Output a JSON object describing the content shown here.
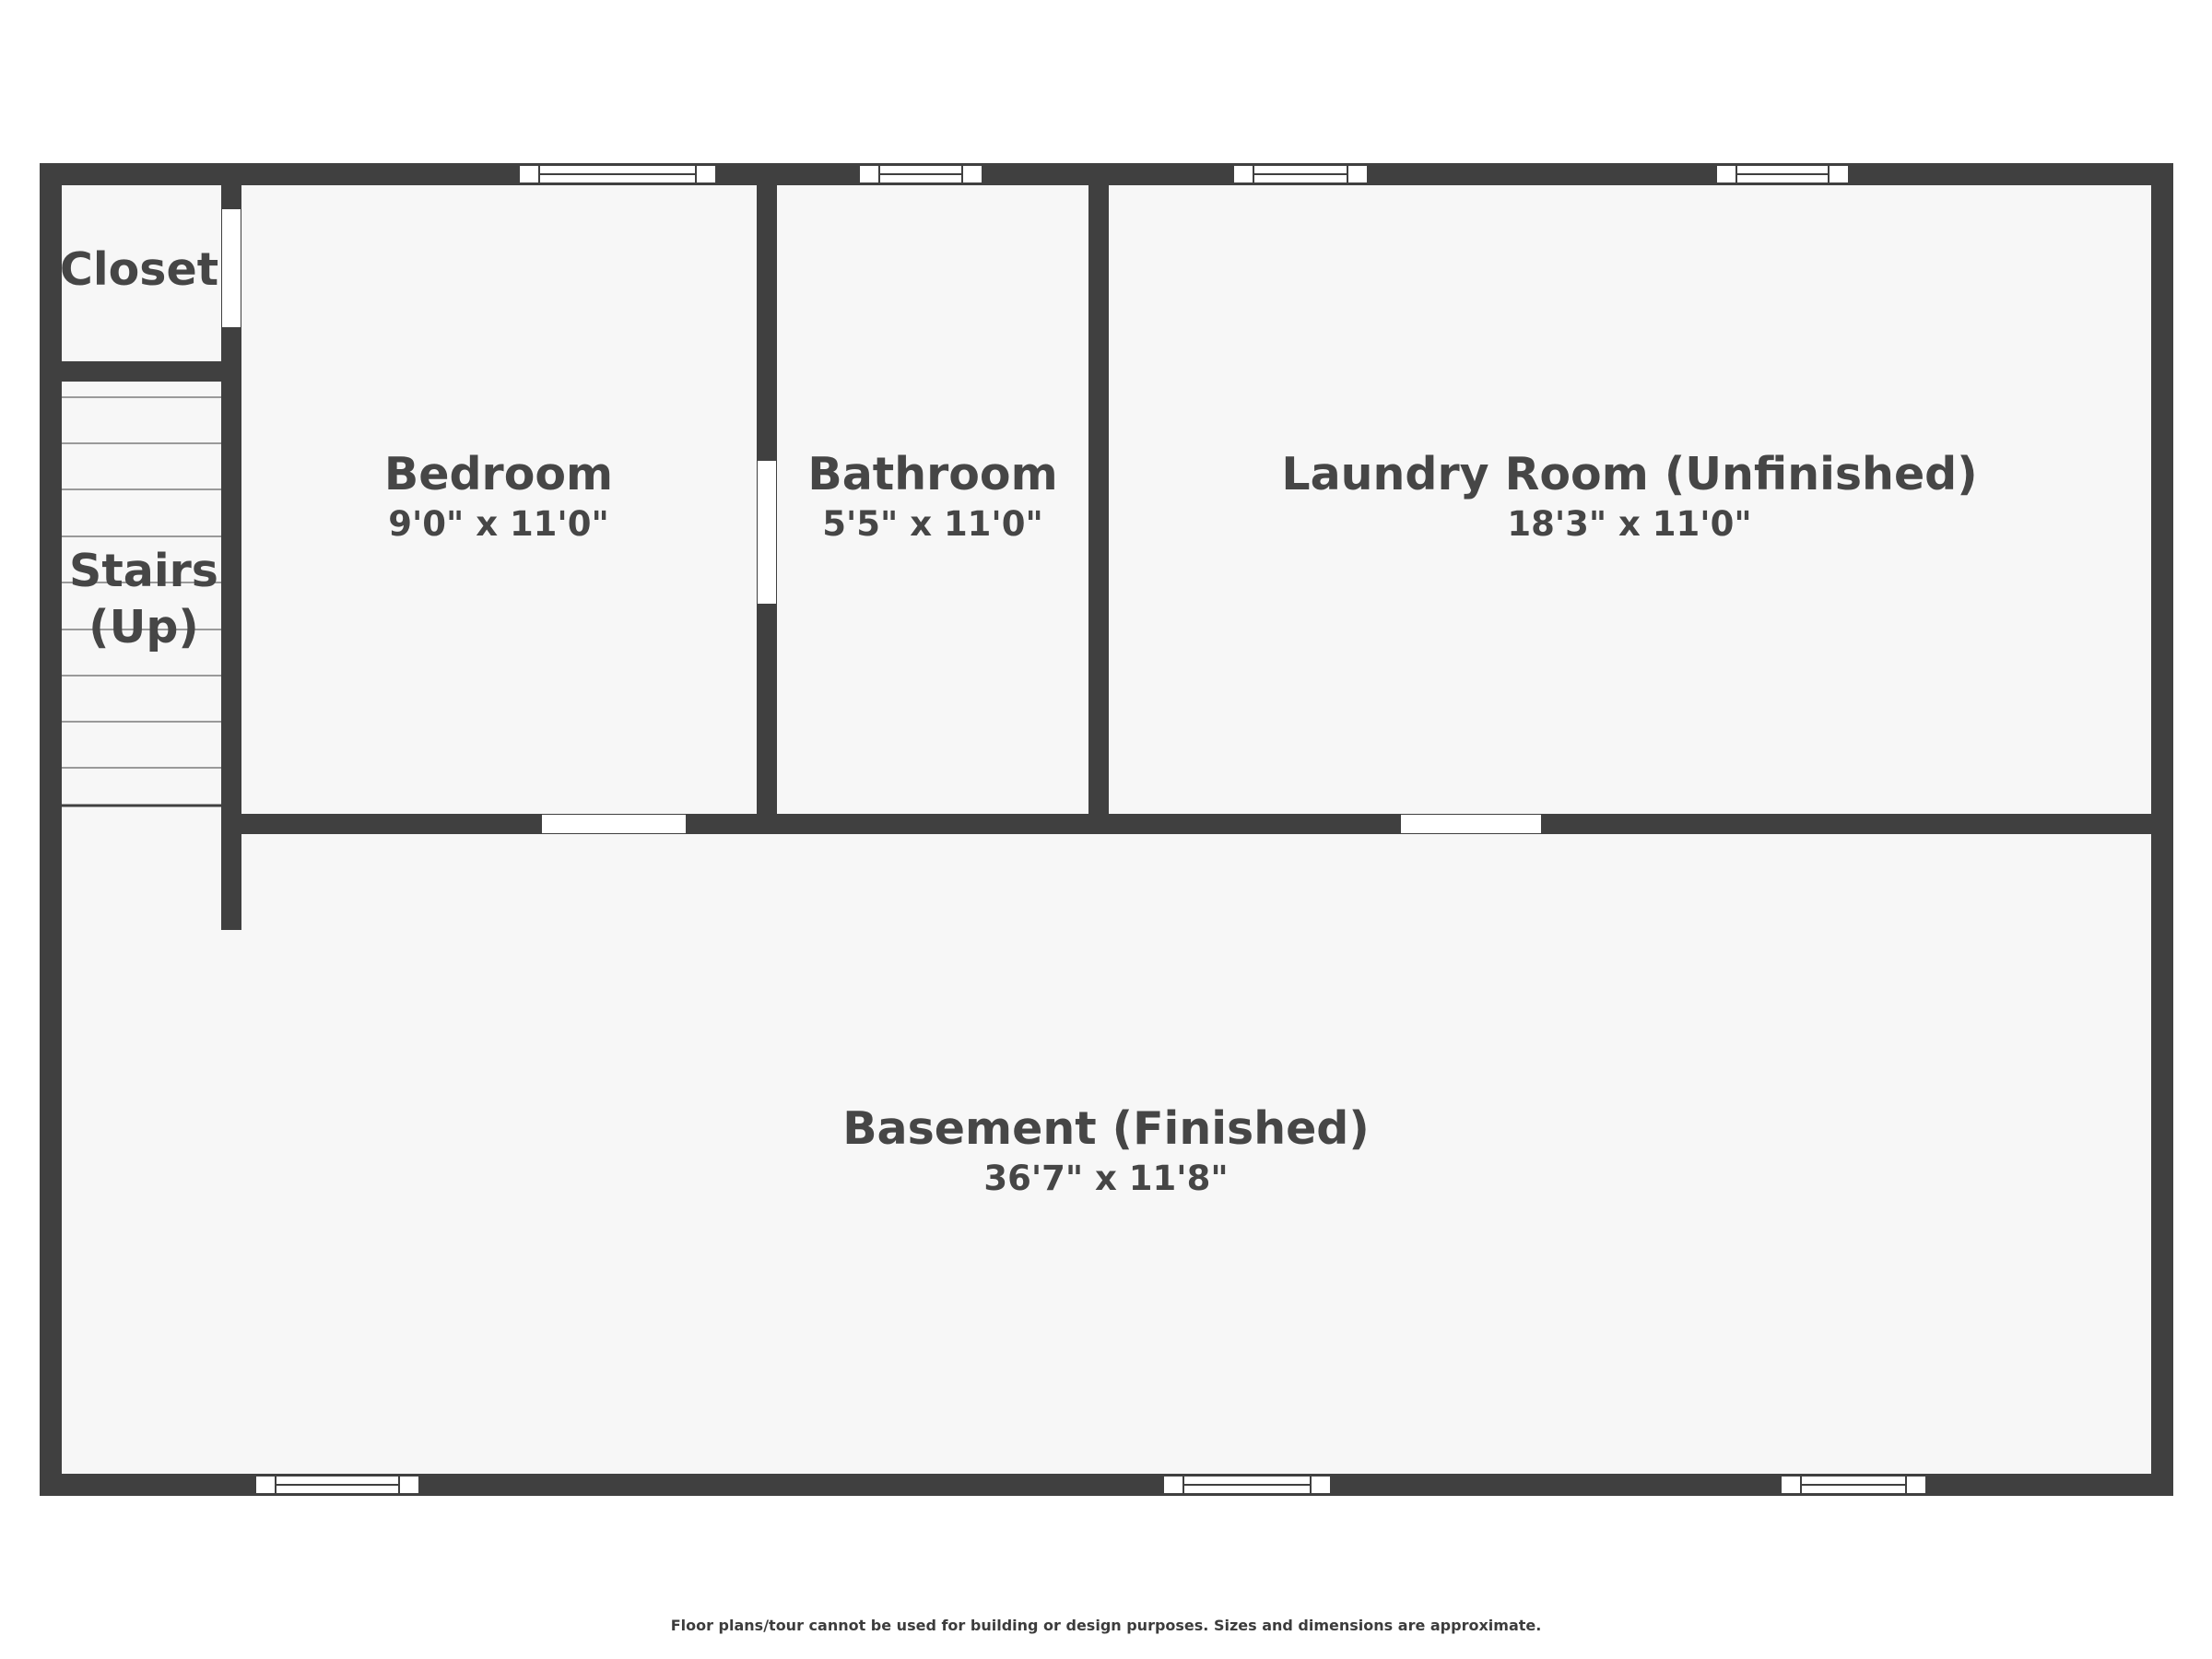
{
  "colors": {
    "wall": "#404040",
    "floor": "#f7f7f7",
    "opening": "#ffffff",
    "stair_line": "#9a9a9a",
    "text": "#464646"
  },
  "rooms": {
    "closet": {
      "name": "Closet"
    },
    "stairs": {
      "name": "Stairs (Up)"
    },
    "bedroom": {
      "name": "Bedroom",
      "dims": "9'0\" x 11'0\""
    },
    "bathroom": {
      "name": "Bathroom",
      "dims": "5'5\" x 11'0\""
    },
    "laundry": {
      "name": "Laundry Room (Unfinished)",
      "dims": "18'3\" x 11'0\""
    },
    "basement": {
      "name": "Basement (Finished)",
      "dims": "36'7\" x 11'8\""
    }
  },
  "disclaimer": "Floor plans/tour cannot be used for building or design purposes. Sizes and dimensions are approximate."
}
